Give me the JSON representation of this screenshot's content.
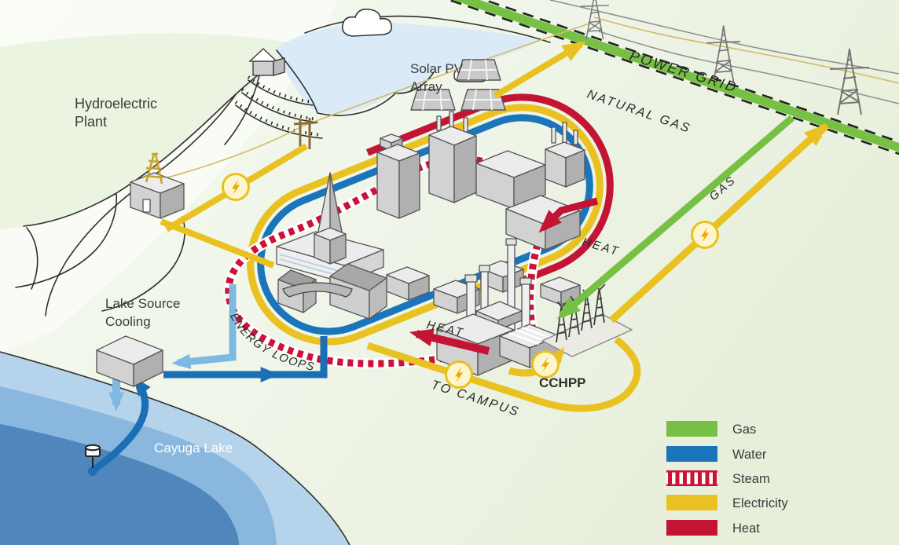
{
  "labels": {
    "hydro_plant_line1": "Hydroelectric",
    "hydro_plant_line2": "Plant",
    "solar_line1": "Solar PV",
    "solar_line2": "Array",
    "power_grid": "POWER GRID",
    "natural_gas": "NATURAL GAS",
    "gas": "GAS",
    "heat_loop": "HEAT",
    "heat_cchpp": "HEAT",
    "to_campus": "TO CAMPUS",
    "energy_loops": "ENERGY LOOPS",
    "cchpp": "CCHPP",
    "lsc_line1": "Lake Source",
    "lsc_line2": "Cooling",
    "cayuga_lake": "Cayuga Lake"
  },
  "colors": {
    "gas": "#76c043",
    "water": "#1b75bb",
    "steam": "#cc1236",
    "electricity": "#e9c120",
    "heat": "#c41434"
  },
  "legend": {
    "items": [
      {
        "label": "Gas",
        "color": "#76c043",
        "style": "solid"
      },
      {
        "label": "Water",
        "color": "#1b75bb",
        "style": "solid"
      },
      {
        "label": "Steam",
        "color": "#cc1236",
        "style": "striped"
      },
      {
        "label": "Electricity",
        "color": "#e9c120",
        "style": "solid"
      },
      {
        "label": "Heat",
        "color": "#c41434",
        "style": "solid"
      }
    ]
  }
}
